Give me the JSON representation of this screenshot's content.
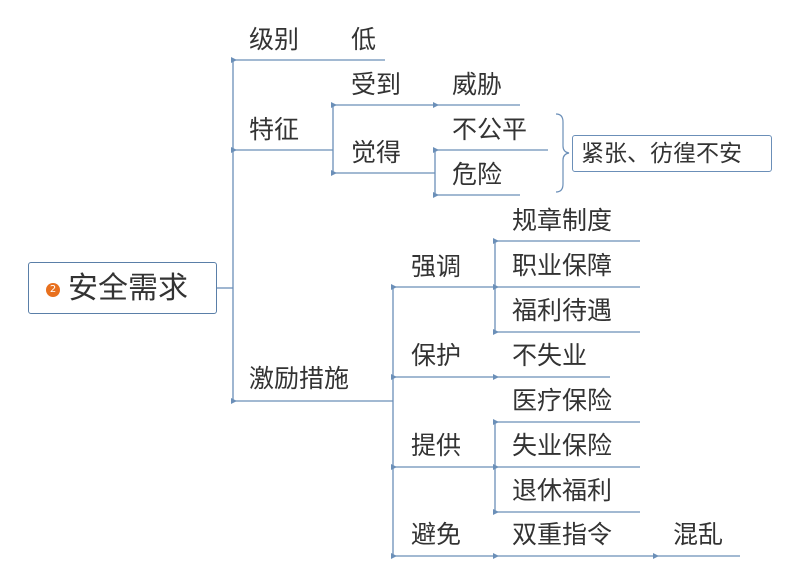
{
  "root": {
    "badge": "2",
    "label": "安全需求"
  },
  "branches": {
    "level": {
      "label": "级别",
      "value": "低"
    },
    "feature": {
      "label": "特征",
      "received": {
        "label": "受到",
        "value": "威胁"
      },
      "feel": {
        "label": "觉得",
        "items": [
          "不公平",
          "危险"
        ]
      },
      "summary": "紧张、彷徨不安"
    },
    "incentive": {
      "label": "激励措施",
      "emphasize": {
        "label": "强调",
        "items": [
          "规章制度",
          "职业保障",
          "福利待遇"
        ]
      },
      "protect": {
        "label": "保护",
        "items": [
          "不失业"
        ]
      },
      "provide": {
        "label": "提供",
        "items": [
          "医疗保险",
          "失业保险",
          "退休福利"
        ]
      },
      "avoid": {
        "label": "避免",
        "item": "双重指令",
        "result": "混乱"
      }
    }
  },
  "colors": {
    "line": "#6b8fb8",
    "text": "#333333",
    "badge": "#e8701e"
  }
}
